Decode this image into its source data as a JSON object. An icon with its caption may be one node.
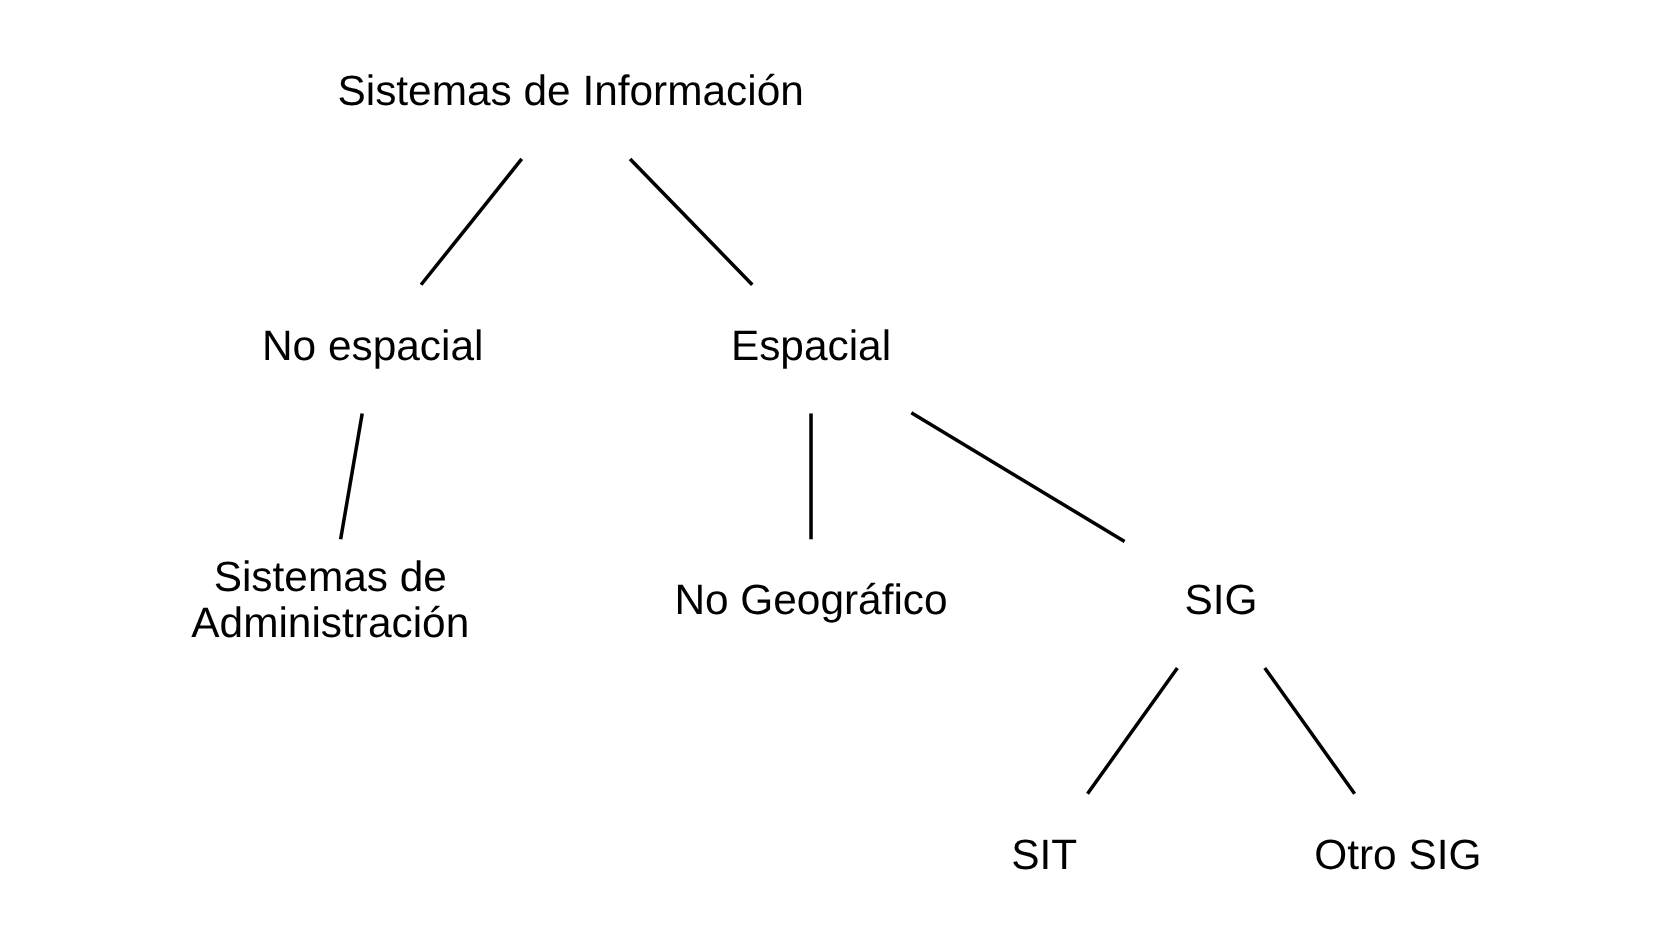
{
  "diagram": {
    "nodes": [
      {
        "text": [
          "Sistemas de Información"
        ]
      },
      {
        "text": [
          "No espacial"
        ]
      },
      {
        "text": [
          "Espacial"
        ]
      },
      {
        "text": [
          "Sistemas de Administración"
        ]
      },
      {
        "text": [
          "No Geográfico"
        ]
      },
      {
        "text": [
          "SIG"
        ]
      },
      {
        "text": [
          "SIT"
        ]
      },
      {
        "text": [
          "Otro SIG"
        ]
      }
    ],
    "edges": [
      {
        "from": 0,
        "to": 1,
        "arrow": "none"
      },
      {
        "from": 0,
        "to": 2,
        "arrow": "none"
      },
      {
        "from": 1,
        "to": 3,
        "arrow": "none"
      },
      {
        "from": 2,
        "to": 4,
        "arrow": "none"
      },
      {
        "from": 2,
        "to": 5,
        "arrow": "none"
      },
      {
        "from": 5,
        "to": 6,
        "arrow": "none"
      },
      {
        "from": 5,
        "to": 7,
        "arrow": "none"
      }
    ]
  }
}
